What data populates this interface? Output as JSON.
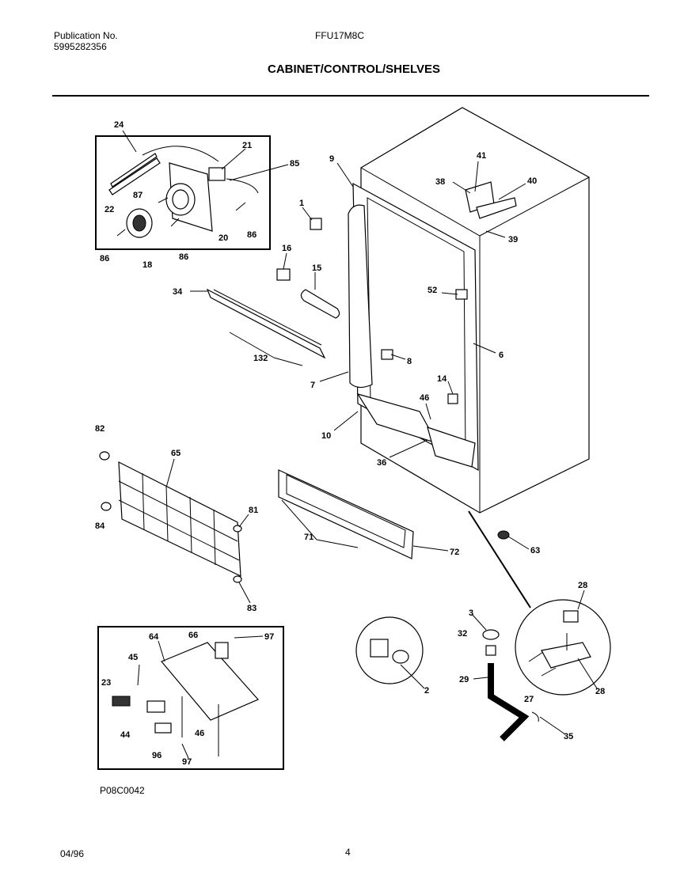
{
  "header": {
    "publication_label": "Publication No.",
    "publication_number": "5995282356",
    "model": "FFU17M8C",
    "title": "CABINET/CONTROL/SHELVES"
  },
  "footer": {
    "figure_code": "P08C0042",
    "date": "04/96",
    "page": "4"
  },
  "callouts": [
    {
      "id": "c24",
      "label": "24"
    },
    {
      "id": "c21",
      "label": "21"
    },
    {
      "id": "c85",
      "label": "85"
    },
    {
      "id": "c22",
      "label": "22"
    },
    {
      "id": "c87",
      "label": "87"
    },
    {
      "id": "c20",
      "label": "20"
    },
    {
      "id": "c86a",
      "label": "86"
    },
    {
      "id": "c86b",
      "label": "86"
    },
    {
      "id": "c86c",
      "label": "86"
    },
    {
      "id": "c18",
      "label": "18"
    },
    {
      "id": "c9",
      "label": "9"
    },
    {
      "id": "c41",
      "label": "41"
    },
    {
      "id": "c38",
      "label": "38"
    },
    {
      "id": "c40",
      "label": "40"
    },
    {
      "id": "c39",
      "label": "39"
    },
    {
      "id": "c1",
      "label": "1"
    },
    {
      "id": "c16",
      "label": "16"
    },
    {
      "id": "c15",
      "label": "15"
    },
    {
      "id": "c34",
      "label": "34"
    },
    {
      "id": "c52",
      "label": "52"
    },
    {
      "id": "c6",
      "label": "6"
    },
    {
      "id": "c8",
      "label": "8"
    },
    {
      "id": "c132",
      "label": "132"
    },
    {
      "id": "c7",
      "label": "7"
    },
    {
      "id": "c14",
      "label": "14"
    },
    {
      "id": "c46a",
      "label": "46"
    },
    {
      "id": "c10",
      "label": "10"
    },
    {
      "id": "c36",
      "label": "36"
    },
    {
      "id": "c82",
      "label": "82"
    },
    {
      "id": "c65",
      "label": "65"
    },
    {
      "id": "c81",
      "label": "81"
    },
    {
      "id": "c84",
      "label": "84"
    },
    {
      "id": "c71",
      "label": "71"
    },
    {
      "id": "c72",
      "label": "72"
    },
    {
      "id": "c63a",
      "label": "63"
    },
    {
      "id": "c83",
      "label": "83"
    },
    {
      "id": "c28a",
      "label": "28"
    },
    {
      "id": "c3",
      "label": "3"
    },
    {
      "id": "c32",
      "label": "32"
    },
    {
      "id": "c2",
      "label": "2"
    },
    {
      "id": "c29",
      "label": "29"
    },
    {
      "id": "c27",
      "label": "27"
    },
    {
      "id": "c28b",
      "label": "28"
    },
    {
      "id": "c35",
      "label": "35"
    },
    {
      "id": "c64",
      "label": "64"
    },
    {
      "id": "c66",
      "label": "66"
    },
    {
      "id": "c97a",
      "label": "97"
    },
    {
      "id": "c45",
      "label": "45"
    },
    {
      "id": "c23",
      "label": "23"
    },
    {
      "id": "c44",
      "label": "44"
    },
    {
      "id": "c46b",
      "label": "46"
    },
    {
      "id": "c96",
      "label": "96"
    },
    {
      "id": "c97b",
      "label": "97"
    }
  ]
}
